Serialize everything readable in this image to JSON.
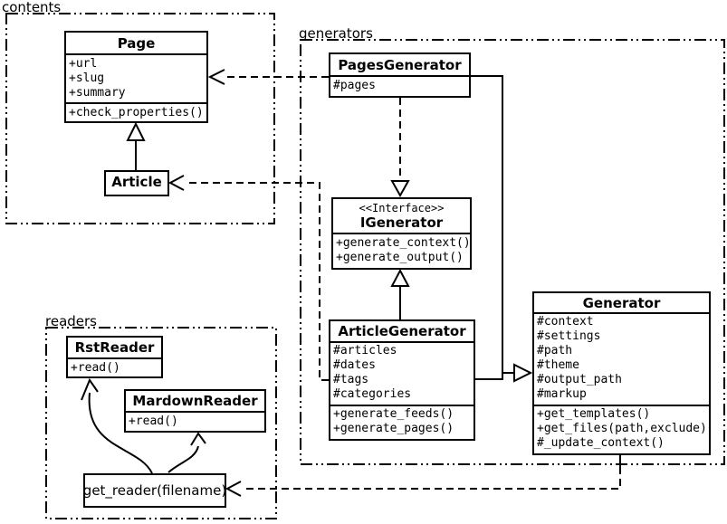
{
  "diagram": {
    "type": "uml-class-diagram",
    "background_color": "#ffffff",
    "line_color": "#000000"
  },
  "packages": {
    "contents": {
      "label": "contents"
    },
    "generators": {
      "label": "generators"
    },
    "readers": {
      "label": "readers"
    }
  },
  "classes": {
    "page": {
      "title": "Page",
      "attributes": [
        "+url",
        "+slug",
        "+summary"
      ],
      "methods": [
        "+check_properties()"
      ]
    },
    "article": {
      "title": "Article"
    },
    "pages_generator": {
      "title": "PagesGenerator",
      "attributes": [
        "#pages"
      ]
    },
    "igenerator": {
      "stereotype": "<<Interface>>",
      "title": "IGenerator",
      "methods": [
        "+generate_context()",
        "+generate_output()"
      ]
    },
    "article_generator": {
      "title": "ArticleGenerator",
      "attributes": [
        "#articles",
        "#dates",
        "#tags",
        "#categories"
      ],
      "methods": [
        "+generate_feeds()",
        "+generate_pages()"
      ]
    },
    "generator": {
      "title": "Generator",
      "attributes": [
        "#context",
        "#settings",
        "#path",
        "#theme",
        "#output_path",
        "#markup"
      ],
      "methods": [
        "+get_templates()",
        "+get_files(path,exclude)",
        "#_update_context()"
      ]
    },
    "rst_reader": {
      "title": "RstReader",
      "methods": [
        "+read()"
      ]
    },
    "markdown_reader": {
      "title": "MardownReader",
      "methods": [
        "+read()"
      ]
    },
    "get_reader": {
      "title": "get_reader(filename)"
    }
  },
  "relationships": [
    {
      "from": "PagesGenerator",
      "to": "Page",
      "type": "dependency",
      "line": "dashed-open-arrow"
    },
    {
      "from": "ArticleGenerator",
      "to": "Article",
      "type": "dependency",
      "line": "dashed-open-arrow"
    },
    {
      "from": "Article",
      "to": "Page",
      "type": "generalization",
      "line": "solid-hollow-triangle"
    },
    {
      "from": "PagesGenerator",
      "to": "IGenerator",
      "type": "realization",
      "line": "dashed-hollow-triangle"
    },
    {
      "from": "ArticleGenerator",
      "to": "IGenerator",
      "type": "generalization",
      "line": "solid-hollow-triangle"
    },
    {
      "from": "PagesGenerator",
      "to": "Generator",
      "type": "generalization",
      "line": "solid-hollow-triangle"
    },
    {
      "from": "ArticleGenerator",
      "to": "Generator",
      "type": "generalization",
      "line": "solid-hollow-triangle"
    },
    {
      "from": "Generator",
      "to": "get_reader(filename)",
      "type": "dependency",
      "line": "dashed-open-arrow"
    },
    {
      "from": "get_reader(filename)",
      "to": "RstReader",
      "type": "association",
      "line": "curved-open-arrow"
    },
    {
      "from": "get_reader(filename)",
      "to": "MardownReader",
      "type": "association",
      "line": "curved-open-arrow"
    }
  ]
}
